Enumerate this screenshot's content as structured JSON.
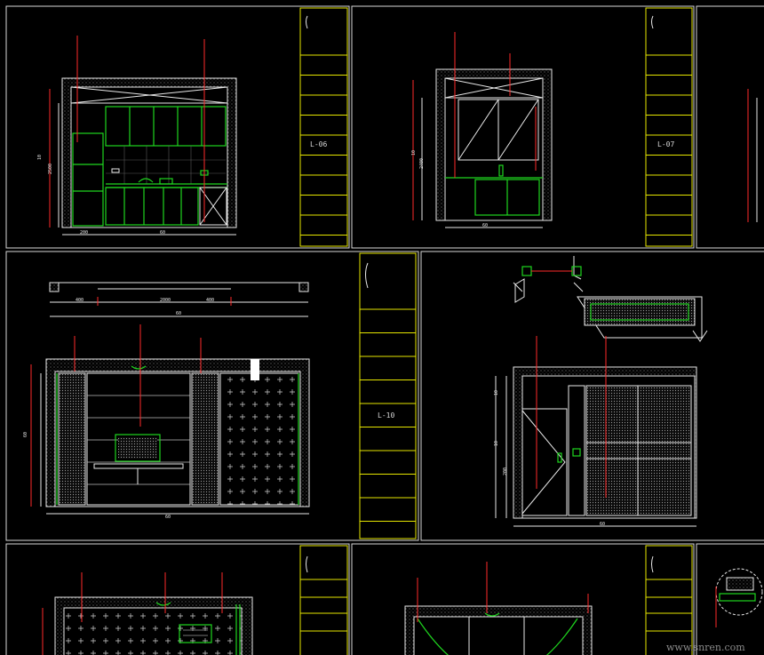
{
  "sheets": [
    {
      "id": "sheet-1",
      "code": "L-06"
    },
    {
      "id": "sheet-2",
      "code": "L-07"
    },
    {
      "id": "sheet-3",
      "code": "L-10"
    }
  ],
  "dimensions": {
    "s1_bottom_left": "200",
    "s1_bottom_right": "60",
    "s1_left_a": "2500",
    "s1_left_b": "10",
    "s2_bottom": "60",
    "s2_left_a": "2400",
    "s2_left_b": "10",
    "s3_top_a": "400",
    "s3_top_b": "2000",
    "s3_top_c": "400",
    "s3_top_total": "60",
    "s3_bottom": "60",
    "s3_left": "60",
    "s4_bottom": "60",
    "s4_left_a": "10",
    "s4_left_b": "200",
    "s4_left_c": "10"
  },
  "watermark": "www.snren.com",
  "colors": {
    "background": "#000000",
    "frame": "#d8d8d8",
    "titleblock": "#e6e600",
    "geometry": "#1fd61f",
    "annotation": "#ff2a2a"
  }
}
